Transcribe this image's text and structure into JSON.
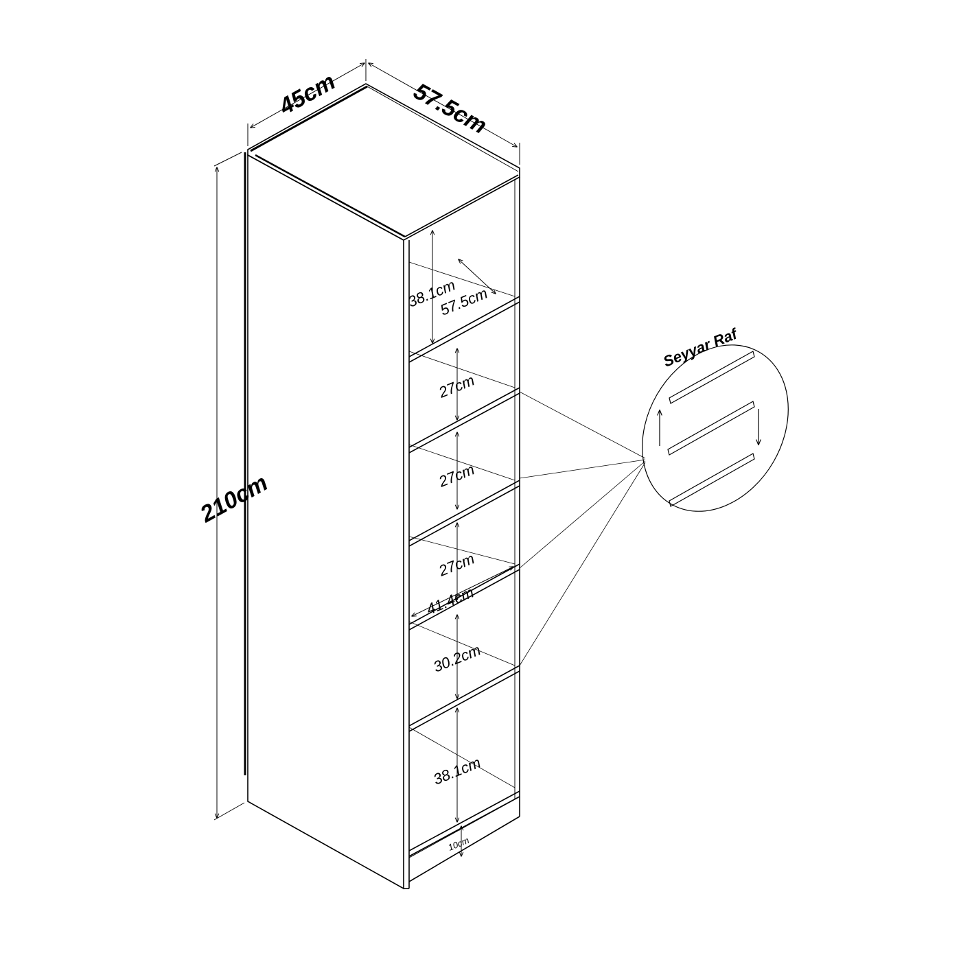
{
  "dimensions": {
    "width": "45cm",
    "depth": "57.5cm",
    "height": "210cm"
  },
  "compartments": {
    "top_height": "38.1cm",
    "top_depth": "57.5cm",
    "second": "27cm",
    "third": "27cm",
    "fourth": "27cm",
    "inner_width": "41.4cm",
    "fifth": "30.2cm",
    "bottom": "38.1cm",
    "plinth": "10cm"
  },
  "detail": {
    "label": "Seyyar Raf"
  },
  "colors": {
    "line": "#000000",
    "background": "#ffffff"
  }
}
